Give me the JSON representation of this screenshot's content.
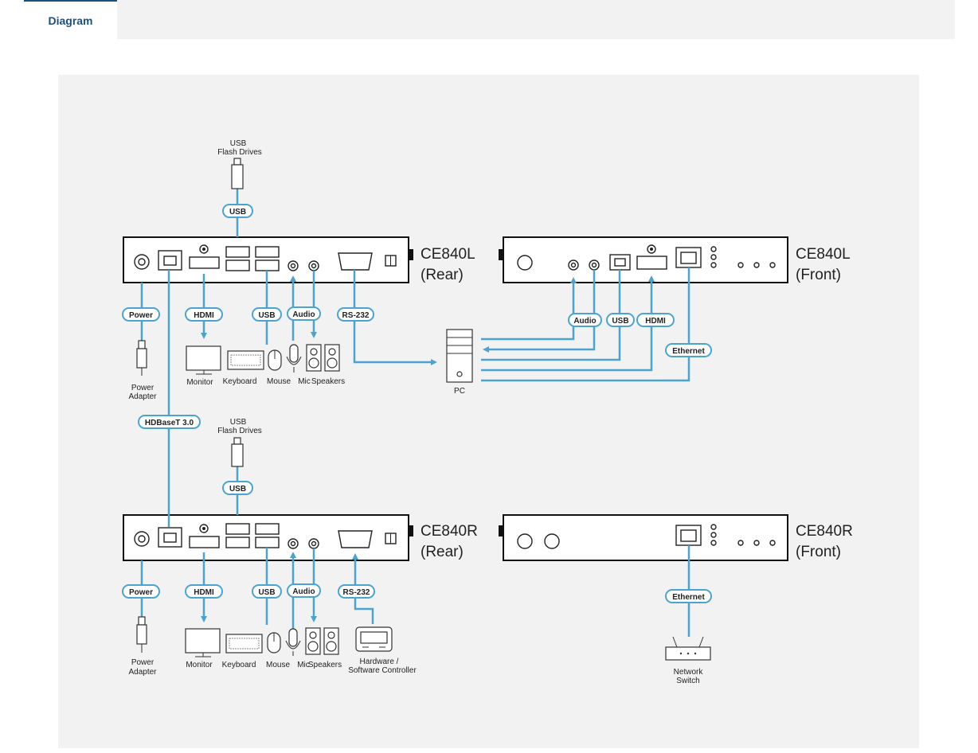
{
  "tabs": [
    {
      "label": "Diagram"
    }
  ],
  "devices": {
    "l_rear": [
      "CE840L",
      "(Rear)"
    ],
    "l_front": [
      "CE840L",
      "(Front)"
    ],
    "r_rear": [
      "CE840R",
      "(Rear)"
    ],
    "r_front": [
      "CE840R",
      "(Front)"
    ]
  },
  "connections": {
    "usb": "USB",
    "power": "Power",
    "hdmi": "HDMI",
    "audio": "Audio",
    "rs232": "RS-232",
    "ethernet": "Ethernet",
    "hdbaset": "HDBaseT 3.0"
  },
  "peripherals": {
    "flash_drives": [
      "USB",
      "Flash Drives"
    ],
    "power_adapter": [
      "Power",
      "Adapter"
    ],
    "monitor": "Monitor",
    "keyboard": "Keyboard",
    "mouse": "Mouse",
    "mic": "Mic",
    "speakers": "Speakers",
    "pc": "PC",
    "controller": [
      "Hardware /",
      "Software Controller"
    ],
    "network_switch": [
      "Network",
      "Switch"
    ]
  },
  "colors": {
    "connection_line": "#4ba3cf",
    "tab_accent": "#1d4f7a"
  }
}
